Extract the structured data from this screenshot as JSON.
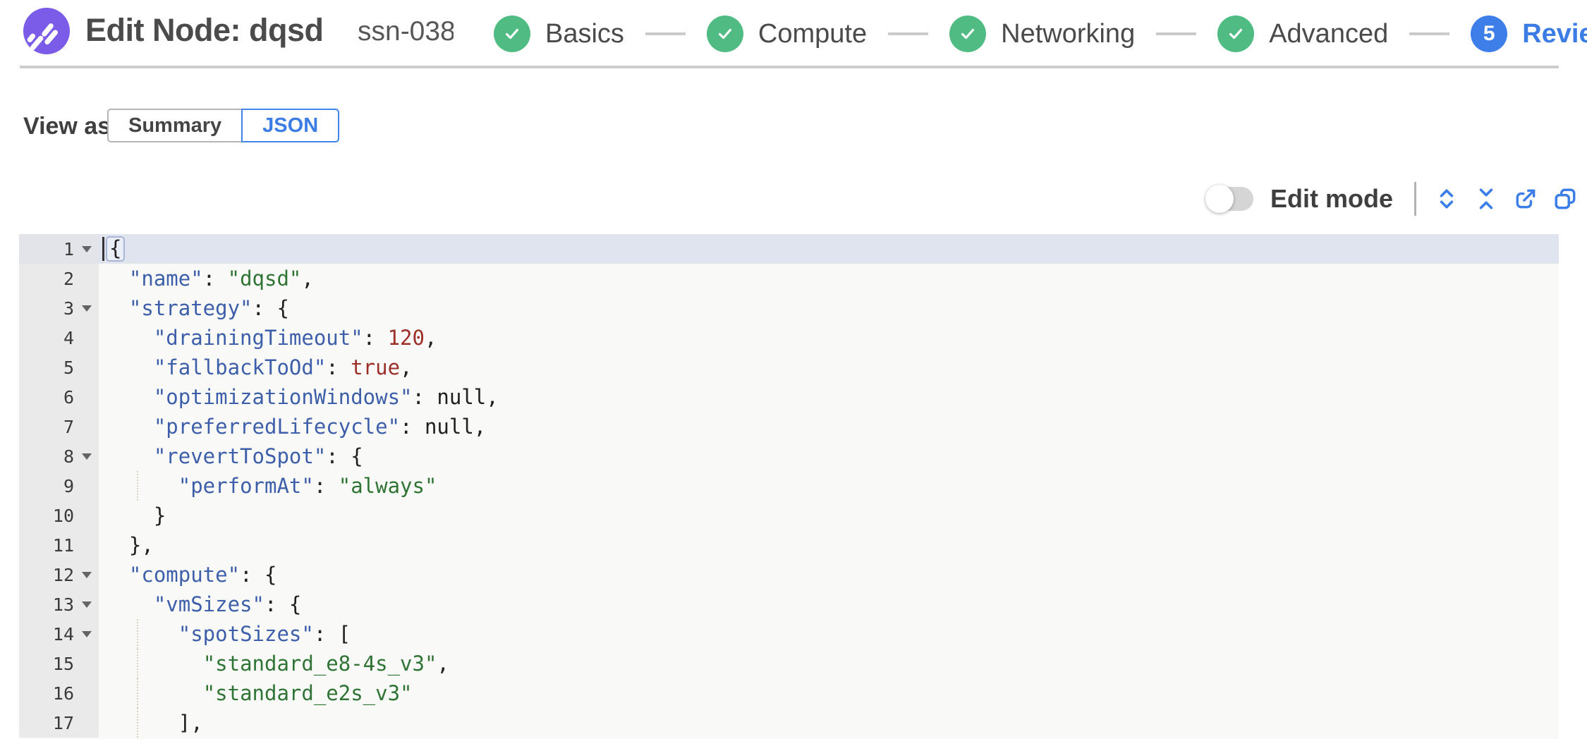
{
  "header": {
    "title": "Edit Node: dqsd",
    "node_id": "ssn-038",
    "steps": [
      {
        "label": "Basics",
        "status": "done"
      },
      {
        "label": "Compute",
        "status": "done"
      },
      {
        "label": "Networking",
        "status": "done"
      },
      {
        "label": "Advanced",
        "status": "done"
      },
      {
        "label": "Review",
        "status": "active",
        "number": "5"
      }
    ]
  },
  "view_as": {
    "label": "View as:",
    "options": [
      {
        "label": "Summary",
        "selected": false
      },
      {
        "label": "JSON",
        "selected": true
      }
    ]
  },
  "toolbar": {
    "edit_mode": {
      "label": "Edit mode",
      "enabled": false
    },
    "icons": [
      {
        "name": "expand-all-icon"
      },
      {
        "name": "collapse-all-icon"
      },
      {
        "name": "export-icon"
      },
      {
        "name": "copy-icon"
      }
    ]
  },
  "editor": {
    "language": "json",
    "active_line": 1,
    "cursor_line": 1,
    "lines": [
      {
        "n": 1,
        "fold": true,
        "tokens": [
          [
            "b",
            "{"
          ]
        ]
      },
      {
        "n": 2,
        "fold": false,
        "tokens": [
          [
            "t",
            "  "
          ],
          [
            "k",
            "\"name\""
          ],
          [
            "t",
            ": "
          ],
          [
            "s",
            "\"dqsd\""
          ],
          [
            "t",
            ","
          ]
        ]
      },
      {
        "n": 3,
        "fold": true,
        "tokens": [
          [
            "t",
            "  "
          ],
          [
            "k",
            "\"strategy\""
          ],
          [
            "t",
            ": {"
          ]
        ]
      },
      {
        "n": 4,
        "fold": false,
        "tokens": [
          [
            "t",
            "    "
          ],
          [
            "k",
            "\"drainingTimeout\""
          ],
          [
            "t",
            ": "
          ],
          [
            "n",
            "120"
          ],
          [
            "t",
            ","
          ]
        ]
      },
      {
        "n": 5,
        "fold": false,
        "tokens": [
          [
            "t",
            "    "
          ],
          [
            "k",
            "\"fallbackToOd\""
          ],
          [
            "t",
            ": "
          ],
          [
            "n",
            "true"
          ],
          [
            "t",
            ","
          ]
        ]
      },
      {
        "n": 6,
        "fold": false,
        "tokens": [
          [
            "t",
            "    "
          ],
          [
            "k",
            "\"optimizationWindows\""
          ],
          [
            "t",
            ": null,"
          ]
        ]
      },
      {
        "n": 7,
        "fold": false,
        "tokens": [
          [
            "t",
            "    "
          ],
          [
            "k",
            "\"preferredLifecycle\""
          ],
          [
            "t",
            ": null,"
          ]
        ]
      },
      {
        "n": 8,
        "fold": true,
        "tokens": [
          [
            "t",
            "    "
          ],
          [
            "k",
            "\"revertToSpot\""
          ],
          [
            "t",
            ": {"
          ]
        ]
      },
      {
        "n": 9,
        "fold": false,
        "tokens": [
          [
            "t",
            "      "
          ],
          [
            "k",
            "\"performAt\""
          ],
          [
            "t",
            ": "
          ],
          [
            "s",
            "\"always\""
          ]
        ]
      },
      {
        "n": 10,
        "fold": false,
        "tokens": [
          [
            "t",
            "    }"
          ]
        ]
      },
      {
        "n": 11,
        "fold": false,
        "tokens": [
          [
            "t",
            "  },"
          ]
        ]
      },
      {
        "n": 12,
        "fold": true,
        "tokens": [
          [
            "t",
            "  "
          ],
          [
            "k",
            "\"compute\""
          ],
          [
            "t",
            ": {"
          ]
        ]
      },
      {
        "n": 13,
        "fold": true,
        "tokens": [
          [
            "t",
            "    "
          ],
          [
            "k",
            "\"vmSizes\""
          ],
          [
            "t",
            ": {"
          ]
        ]
      },
      {
        "n": 14,
        "fold": true,
        "tokens": [
          [
            "t",
            "      "
          ],
          [
            "k",
            "\"spotSizes\""
          ],
          [
            "t",
            ": ["
          ]
        ]
      },
      {
        "n": 15,
        "fold": false,
        "tokens": [
          [
            "t",
            "        "
          ],
          [
            "s",
            "\"standard_e8-4s_v3\""
          ],
          [
            "t",
            ","
          ]
        ]
      },
      {
        "n": 16,
        "fold": false,
        "tokens": [
          [
            "t",
            "        "
          ],
          [
            "s",
            "\"standard_e2s_v3\""
          ]
        ]
      },
      {
        "n": 17,
        "fold": false,
        "tokens": [
          [
            "t",
            "      ],"
          ]
        ]
      }
    ]
  },
  "colors": {
    "accent_blue": "#3b7de4",
    "step_done_green": "#50bc84",
    "logo_purple": "#7a5ce8",
    "code_key_blue": "#3d5fa9",
    "code_string_green": "#2f7434",
    "code_number_red": "#9c2f28",
    "active_line_bg": "#dfe4ee",
    "gutter_bg": "#eaeaea"
  }
}
